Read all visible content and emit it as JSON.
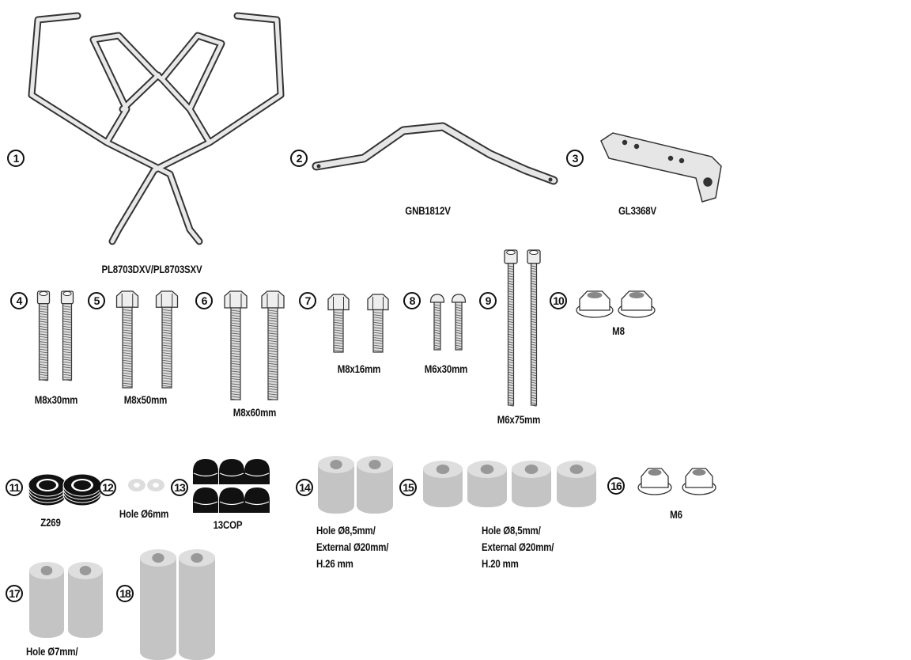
{
  "parts": [
    {
      "num": "1",
      "code": "PL8703DXV/PL8703SXV"
    },
    {
      "num": "2",
      "code": "GNB1812V"
    },
    {
      "num": "3",
      "code": "GL3368V"
    },
    {
      "num": "4",
      "code": "M8x30mm"
    },
    {
      "num": "5",
      "code": "M8x50mm"
    },
    {
      "num": "6",
      "code": "M8x60mm"
    },
    {
      "num": "7",
      "code": "M8x16mm"
    },
    {
      "num": "8",
      "code": "M6x30mm"
    },
    {
      "num": "9",
      "code": "M6x75mm"
    },
    {
      "num": "10",
      "code": "M8"
    },
    {
      "num": "11",
      "code": "Z269"
    },
    {
      "num": "12",
      "code": "Hole Ø6mm"
    },
    {
      "num": "13",
      "code": "13COP"
    },
    {
      "num": "14",
      "lines": [
        "Hole Ø8,5mm/",
        "External Ø20mm/",
        "H.26 mm"
      ]
    },
    {
      "num": "15",
      "lines": [
        "Hole Ø8,5mm/",
        "External Ø20mm/",
        "H.20 mm"
      ]
    },
    {
      "num": "16",
      "code": "M6"
    },
    {
      "num": "17",
      "lines": [
        "Hole Ø7mm/"
      ]
    },
    {
      "num": "18"
    }
  ],
  "colors": {
    "outline": "#333333",
    "frame_fill": "#e6e6e6",
    "spacer": "#c4c4c4",
    "spacer_top": "#dedede",
    "black_part": "#111111"
  }
}
